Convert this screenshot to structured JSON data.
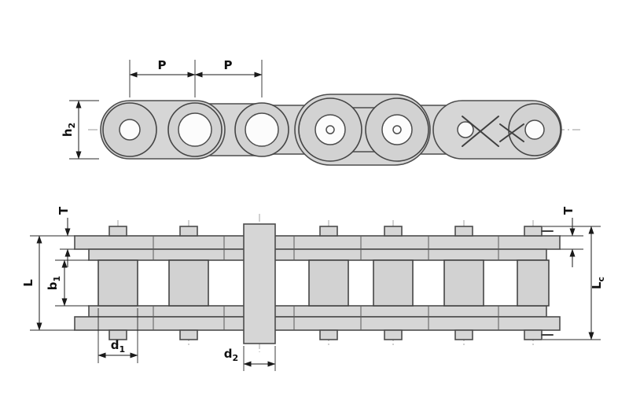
{
  "drawing": {
    "kind": "roller-chain-technical-drawing",
    "labels": {
      "pitch1": "P",
      "pitch2": "P",
      "h2": {
        "base": "h",
        "sub": "2"
      },
      "t_left": "T",
      "t_right": "T",
      "pin_length": "L",
      "b1": {
        "base": "b",
        "sub": "1"
      },
      "lc": {
        "base": "L",
        "sub": "c"
      },
      "d1": {
        "base": "d",
        "sub": "1"
      },
      "d2": {
        "base": "d",
        "sub": "2"
      }
    },
    "colors": {
      "plate_fill": "#d6d6d6",
      "plate_stroke": "#4d4d4d",
      "dimension_line": "#1a1a1a",
      "background": "#ffffff"
    }
  }
}
